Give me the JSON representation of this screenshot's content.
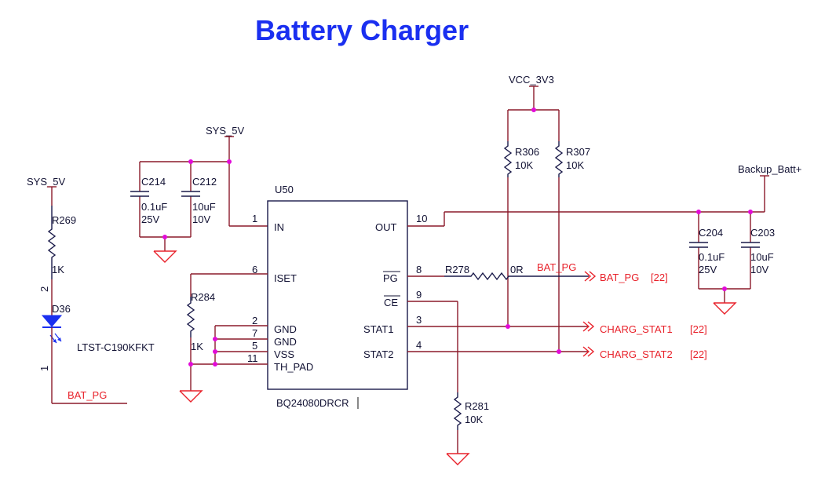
{
  "title": "Battery Charger",
  "colors": {
    "title": "#1a2ff0",
    "wire": "#8b1a2a",
    "component": "#1a1a4a",
    "net_port": "#e8212a",
    "junction": "#e20bd8"
  },
  "nets": {
    "sys5v_left": "SYS_5V",
    "sys5v_top": "SYS_5V",
    "vcc3v3": "VCC_3V3",
    "backup": "Backup_Batt+",
    "bat_pg_led": "BAT_PG",
    "bat_pg_wire": "BAT_PG"
  },
  "ports": {
    "bat_pg": "BAT_PG",
    "bat_pg_ref": "[22]",
    "stat1": "CHARG_STAT1",
    "stat1_ref": "[22]",
    "stat2": "CHARG_STAT2",
    "stat2_ref": "[22]"
  },
  "ic": {
    "refdes": "U50",
    "part": "BQ24080DRCR",
    "left_pins": [
      {
        "num": "1",
        "name": "IN"
      },
      {
        "num": "6",
        "name": "ISET"
      },
      {
        "num": "2",
        "name": "GND"
      },
      {
        "num": "7",
        "name": "GND"
      },
      {
        "num": "5",
        "name": "VSS"
      },
      {
        "num": "11",
        "name": "TH_PAD"
      }
    ],
    "right_pins": [
      {
        "num": "10",
        "name": "OUT"
      },
      {
        "num": "8",
        "name": "PG"
      },
      {
        "num": "9",
        "name": "CE"
      },
      {
        "num": "3",
        "name": "STAT1"
      },
      {
        "num": "4",
        "name": "STAT2"
      }
    ]
  },
  "components": {
    "c214": {
      "ref": "C214",
      "value": "0.1uF",
      "voltage": "25V"
    },
    "c212": {
      "ref": "C212",
      "value": "10uF",
      "voltage": "10V"
    },
    "c204": {
      "ref": "C204",
      "value": "0.1uF",
      "voltage": "25V"
    },
    "c203": {
      "ref": "C203",
      "value": "10uF",
      "voltage": "10V"
    },
    "r269": {
      "ref": "R269",
      "value": "1K"
    },
    "r284": {
      "ref": "R284",
      "value": "1K"
    },
    "r278": {
      "ref": "R278",
      "value": "0R"
    },
    "r306": {
      "ref": "R306",
      "value": "10K"
    },
    "r307": {
      "ref": "R307",
      "value": "10K"
    },
    "r281": {
      "ref": "R281",
      "value": "10K"
    },
    "d36": {
      "ref": "D36",
      "part": "LTST-C190KFKT",
      "pin_anode": "2",
      "pin_cathode": "1"
    }
  }
}
